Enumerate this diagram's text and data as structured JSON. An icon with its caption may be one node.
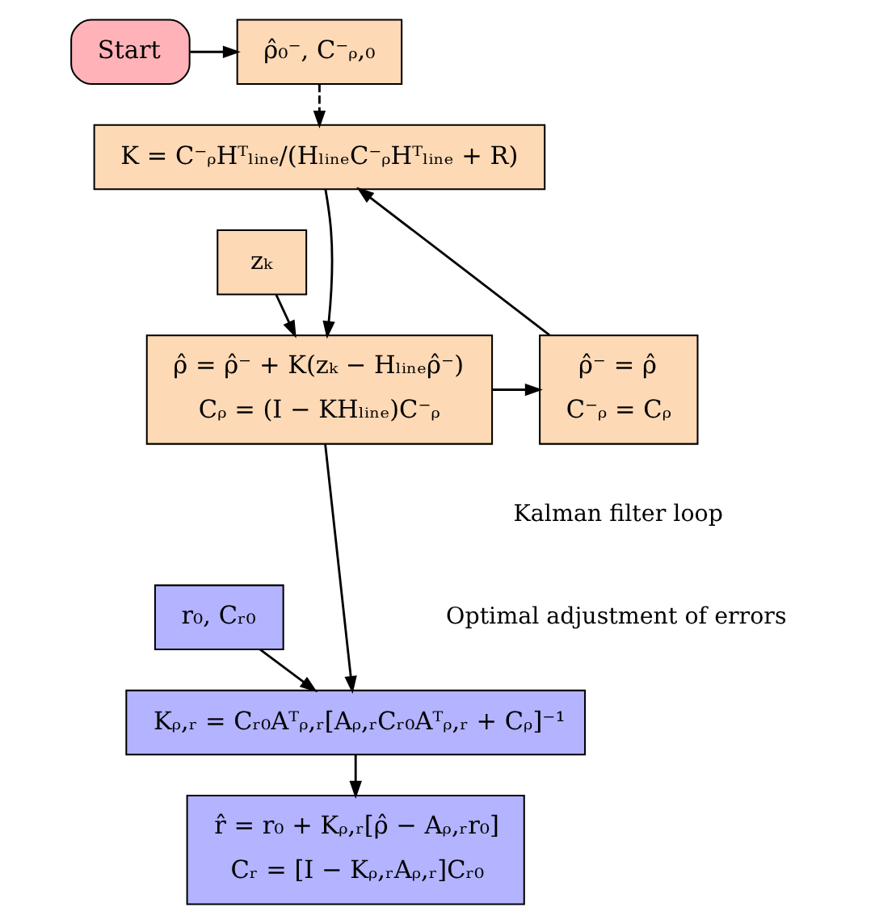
{
  "diagram": {
    "nodes": [
      {
        "text": [
          "Start"
        ]
      },
      {
        "text": [
          "ρ̂₀⁻, C⁻ᵨ,₀"
        ]
      },
      {
        "text": [
          "K = C⁻ᵨHᵀₗᵢₙₑ/(HₗᵢₙₑC⁻ᵨHᵀₗᵢₙₑ + R)"
        ]
      },
      {
        "text": [
          "zₖ"
        ]
      },
      {
        "text": [
          "ρ̂ = ρ̂⁻ + K(zₖ − Hₗᵢₙₑρ̂⁻)",
          "Cᵨ = (I − KHₗᵢₙₑ)C⁻ᵨ"
        ]
      },
      {
        "text": [
          "ρ̂⁻ = ρ̂",
          "C⁻ᵨ = Cᵨ"
        ]
      },
      {
        "text": [
          "r₀, Cᵣ₀"
        ]
      },
      {
        "text": [
          "Kᵨ,ᵣ = Cᵣ₀Aᵀᵨ,ᵣ[Aᵨ,ᵣCᵣ₀Aᵀᵨ,ᵣ + Cᵨ]⁻¹"
        ]
      },
      {
        "text": [
          "r̂ = r₀ + Kᵨ,ᵣ[ρ̂ − Aᵨ,ᵣr₀]",
          "Cᵣ = [I − Kᵨ,ᵣAᵨ,ᵣ]Cᵣ₀"
        ]
      }
    ],
    "edges": [
      {
        "from": 0,
        "to": 1,
        "arrow": "to"
      },
      {
        "from": 1,
        "to": 2,
        "arrow": "to",
        "style": "dashed"
      },
      {
        "from": 2,
        "to": 4,
        "arrow": "to"
      },
      {
        "from": 3,
        "to": 4,
        "arrow": "to"
      },
      {
        "from": 4,
        "to": 5,
        "arrow": "to"
      },
      {
        "from": 5,
        "to": 2,
        "arrow": "to"
      },
      {
        "from": 4,
        "to": 7,
        "arrow": "to"
      },
      {
        "from": 6,
        "to": 7,
        "arrow": "to"
      },
      {
        "from": 7,
        "to": 8,
        "arrow": "to"
      }
    ],
    "labels": [
      "Kalman filter loop",
      "Optimal adjustment of errors"
    ]
  }
}
